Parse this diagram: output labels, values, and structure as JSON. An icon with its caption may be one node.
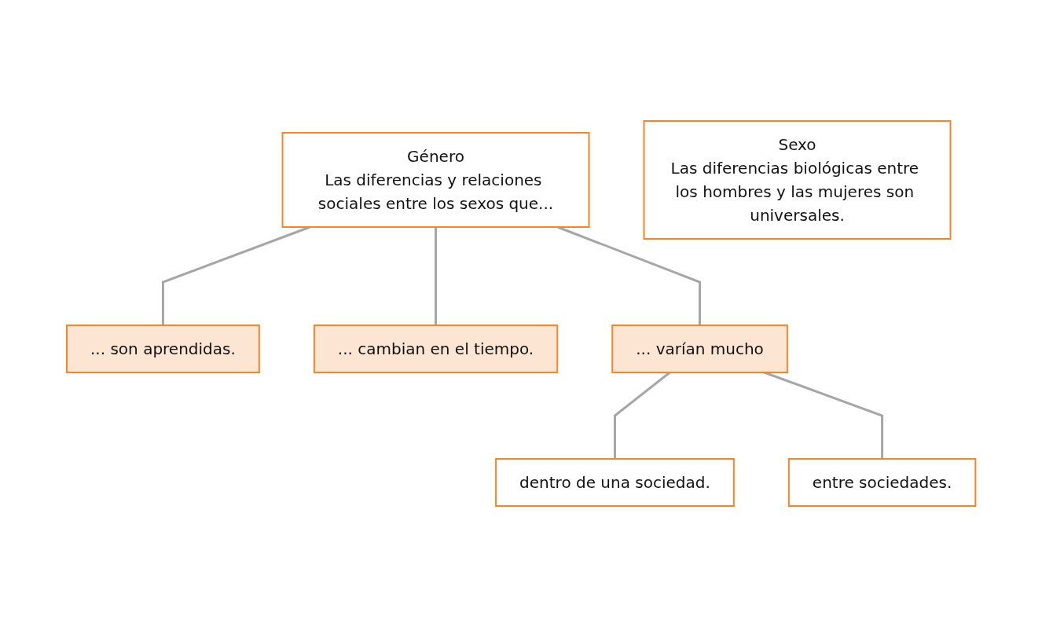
{
  "diagram": {
    "nodes": [
      {
        "text": [
          "Sexo",
          "Las diferencias biológicas entre los hombres y las mujeres son universales."
        ]
      },
      {
        "text": [
          "Género",
          "Las diferencias y relaciones sociales entre los sexos que..."
        ]
      },
      {
        "text": [
          "... son aprendidas."
        ]
      },
      {
        "text": [
          "... cambian en el tiempo."
        ]
      },
      {
        "text": [
          "... varían mucho"
        ]
      },
      {
        "text": [
          "dentro de una sociedad."
        ]
      },
      {
        "text": [
          "entre sociedades."
        ]
      }
    ],
    "edges": [
      {
        "from": 1,
        "to": 2,
        "arrow": "none"
      },
      {
        "from": 1,
        "to": 3,
        "arrow": "none"
      },
      {
        "from": 1,
        "to": 4,
        "arrow": "none"
      },
      {
        "from": 4,
        "to": 5,
        "arrow": "none"
      },
      {
        "from": 4,
        "to": 6,
        "arrow": "none"
      }
    ]
  }
}
